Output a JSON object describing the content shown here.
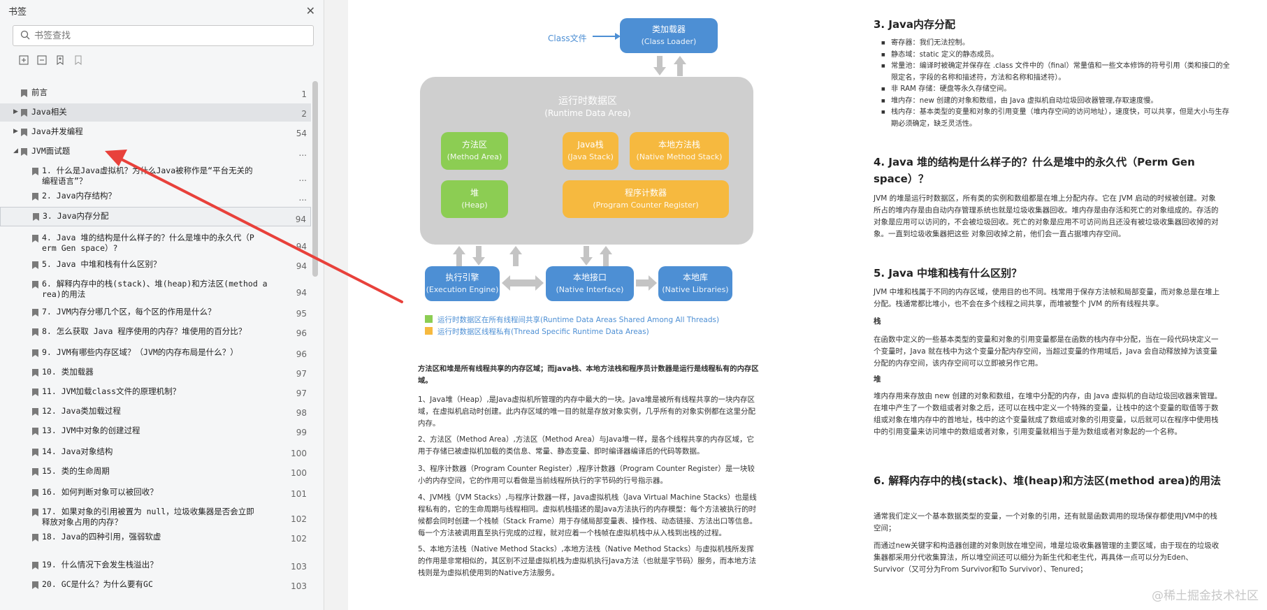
{
  "sidebar": {
    "title": "书签",
    "search_placeholder": "书签查找",
    "items": [
      {
        "label": "前言",
        "page": "1"
      },
      {
        "label": "Java相关",
        "page": "2"
      },
      {
        "label": "Java并发编程",
        "page": "54"
      },
      {
        "label": "JVM面试题",
        "page": "..."
      },
      {
        "label": "1. 什么是Java虚拟机？为什么Java被称作是“平台无关的编程语言”？",
        "line1": "1. 什么是Java虚拟机？为什么Java被称作是“平台无关的",
        "line2": "编程语言”？",
        "page": "..."
      },
      {
        "label": "2. Java内存结构？",
        "page": "..."
      },
      {
        "label": "3. Java内存分配",
        "page": "94"
      },
      {
        "label": "4. Java 堆的结构是什么样子的？什么是堆中的永久代（Perm Gen space）?",
        "line1": "4. Java 堆的结构是什么样子的？什么是堆中的永久代（P",
        "line2": "erm Gen space）?",
        "page": "94"
      },
      {
        "label": "5. Java 中堆和栈有什么区别？",
        "page": "94"
      },
      {
        "label": "6. 解释内存中的栈(stack)、堆(heap)和方法区(method area)的用法",
        "line1": "6. 解释内存中的栈(stack)、堆(heap)和方法区(method a",
        "line2": "rea)的用法",
        "page": "94"
      },
      {
        "label": "7. JVM内存分哪几个区，每个区的作用是什么？",
        "page": "95"
      },
      {
        "label": "8. 怎么获取 Java 程序使用的内存？堆使用的百分比？",
        "page": "96"
      },
      {
        "label": "9. JVM有哪些内存区域？（JVM的内存布局是什么？）",
        "page": "96"
      },
      {
        "label": "10. 类加载器",
        "page": "97"
      },
      {
        "label": "11. JVM加载class文件的原理机制？",
        "page": "97"
      },
      {
        "label": "12. Java类加载过程",
        "page": "98"
      },
      {
        "label": "13. JVM中对象的创建过程",
        "page": "99"
      },
      {
        "label": "14. Java对象结构",
        "page": "100"
      },
      {
        "label": "15. 类的生命周期",
        "page": "100"
      },
      {
        "label": "16. 如何判断对象可以被回收？",
        "page": "101"
      },
      {
        "label": "17. 如果对象的引用被置为 null，垃圾收集器是否会立即释放对象占用的内存？",
        "line1": "17. 如果对象的引用被置为 null，垃圾收集器是否会立即",
        "line2": "释放对象占用的内存？",
        "page": "102"
      },
      {
        "label": "18. Java的四种引用，强弱软虚",
        "page": "102"
      },
      {
        "label": "19. 什么情况下会发生栈溢出？",
        "page": "103"
      },
      {
        "label": "20. GC是什么？为什么要有GC",
        "page": "103"
      }
    ]
  },
  "diagram": {
    "class_file": "Class文件",
    "class_loader": {
      "cn": "类加载器",
      "en": "(Class Loader)"
    },
    "runtime": {
      "cn": "运行时数据区",
      "en": "(Runtime Data Area)"
    },
    "method_area": {
      "cn": "方法区",
      "en": "(Method Area)"
    },
    "java_stack": {
      "cn": "Java栈",
      "en": "(Java Stack)"
    },
    "native_stack": {
      "cn": "本地方法栈",
      "en": "(Native Method Stack)"
    },
    "heap": {
      "cn": "堆",
      "en": "(Heap)"
    },
    "pc": {
      "cn": "程序计数器",
      "en": "(Program Counter Register)"
    },
    "engine": {
      "cn": "执行引擎",
      "en": "(Execution Engine)"
    },
    "native_if": {
      "cn": "本地接口",
      "en": "(Native Interface)"
    },
    "native_lib": {
      "cn": "本地库",
      "en": "(Native Libraries)"
    },
    "legend_shared": "运行时数据区在所有线程间共享(Runtime Data Areas Shared Among All Threads)",
    "legend_private": "运行时数据区线程私有(Thread Specific Runtime Data Areas)",
    "colors": {
      "blue": "#4d8fd4",
      "green": "#8ccd53",
      "orange": "#f6b93f",
      "gray": "#cfcfcf"
    }
  },
  "left_text": {
    "bold_intro": "方法区和堆是所有线程共享的内存区域；而java栈、本地方法栈和程序员计数器是运行是线程私有的内存区域。",
    "p1": "1、Java堆（Heap）,是Java虚拟机所管理的内存中最大的一块。Java堆是被所有线程共享的一块内存区域，在虚拟机启动时创建。此内存区域的唯一目的就是存放对象实例，几乎所有的对象实例都在这里分配内存。",
    "p2": "2、方法区（Method Area）,方法区（Method Area）与Java堆一样，是各个线程共享的内存区域，它用于存储已被虚拟机加载的类信息、常量、静态变量、即时编译器编译后的代码等数据。",
    "p3": "3、程序计数器（Program Counter Register）,程序计数器（Program Counter Register）是一块较小的内存空间，它的作用可以看做是当前线程所执行的字节码的行号指示器。",
    "p4": "4、JVM栈（JVM Stacks）,与程序计数器一样，Java虚拟机栈（Java Virtual Machine Stacks）也是线程私有的，它的生命周期与线程相同。虚拟机栈描述的是Java方法执行的内存模型：每个方法被执行的时候都会同时创建一个栈帧（Stack Frame）用于存储局部变量表、操作栈、动态链接、方法出口等信息。每一个方法被调用直至执行完成的过程，就对应着一个栈帧在虚拟机栈中从入栈到出栈的过程。",
    "p5": "5、本地方法栈（Native Method Stacks）,本地方法栈（Native Method Stacks）与虚拟机栈所发挥的作用是非常相似的，其区别不过是虚拟机栈为虚拟机执行Java方法（也就是字节码）服务，而本地方法栈则是为虚拟机使用到的Native方法服务。"
  },
  "right_text": {
    "h3": "3. Java内存分配",
    "bullets": [
      "寄存器：我们无法控制。",
      "静态域：static 定义的静态成员。",
      "常量池：编译时被确定并保存在 .class 文件中的（final）常量值和一些文本修饰的符号引用（类和接口的全限定名，字段的名称和描述符，方法和名称和描述符）。",
      "非 RAM 存储：硬盘等永久存储空间。",
      "堆内存：new 创建的对象和数组，由 Java 虚拟机自动垃圾回收器管理,存取速度慢。",
      "栈内存：基本类型的变量和对象的引用变量（堆内存空间的访问地址），速度快，可以共享，但是大小与生存期必须确定，缺乏灵活性。"
    ],
    "h4": "4. Java 堆的结构是什么样子的？什么是堆中的永久代（Perm Gen space）？",
    "p4": "JVM 的堆是运行时数据区，所有类的实例和数组都是在堆上分配内存。它在 JVM 启动的时候被创建。对象所占的堆内存是由自动内存管理系统也就是垃圾收集器回收。堆内存是由存活和死亡的对象组成的。存活的对象是应用可以访问的，不会被垃圾回收。死亡的对象是应用不可访问尚且还没有被垃圾收集器回收掉的对象。一直到垃圾收集器把这些 对象回收掉之前，他们会一直占据堆内存空间。",
    "h5": "5. Java 中堆和栈有什么区别？",
    "p5": "JVM 中堆和栈属于不同的内存区域，使用目的也不同。栈常用于保存方法帧和局部变量，而对象总是在堆上分配。栈通常都比堆小，也不会在多个线程之间共享，而堆被整个 JVM 的所有线程共享。",
    "stack_label": "栈",
    "stack_text": "在函数中定义的一些基本类型的变量和对象的引用变量都是在函数的栈内存中分配，当在一段代码块定义一个变量时，Java 就在栈中为这个变量分配内存空间，当超过变量的作用域后，Java 会自动释放掉为该变量分配的内存空间，该内存空间可以立即被另作它用。",
    "heap_label": "堆",
    "heap_text": "堆内存用来存放由 new 创建的对象和数组，在堆中分配的内存，由 Java 虚拟机的自动垃圾回收器来管理。在堆中产生了一个数组或者对象之后，还可以在栈中定义一个特殊的变量，让栈中的这个变量的取值等于数组或对象在堆内存中的首地址，栈中的这个变量就成了数组或对象的引用变量，以后就可以在程序中使用栈中的引用变量来访问堆中的数组或者对象，引用变量就相当于是为数组或者对象起的一个名称。",
    "h6": "6. 解释内存中的栈(stack)、堆(heap)和方法区(method area)的用法",
    "p6a": "通常我们定义一个基本数据类型的变量，一个对象的引用，还有就是函数调用的现场保存都使用JVM中的栈空间；",
    "p6b": "而通过new关键字和构造器创建的对象则放在堆空间，堆是垃圾收集器管理的主要区域，由于现在的垃圾收集器都采用分代收集算法，所以堆空间还可以细分为新生代和老生代，再具体一点可以分为Eden、Survivor（又可分为From Survivor和To Survivor）、Tenured；"
  },
  "watermark": "@稀土掘金技术社区"
}
